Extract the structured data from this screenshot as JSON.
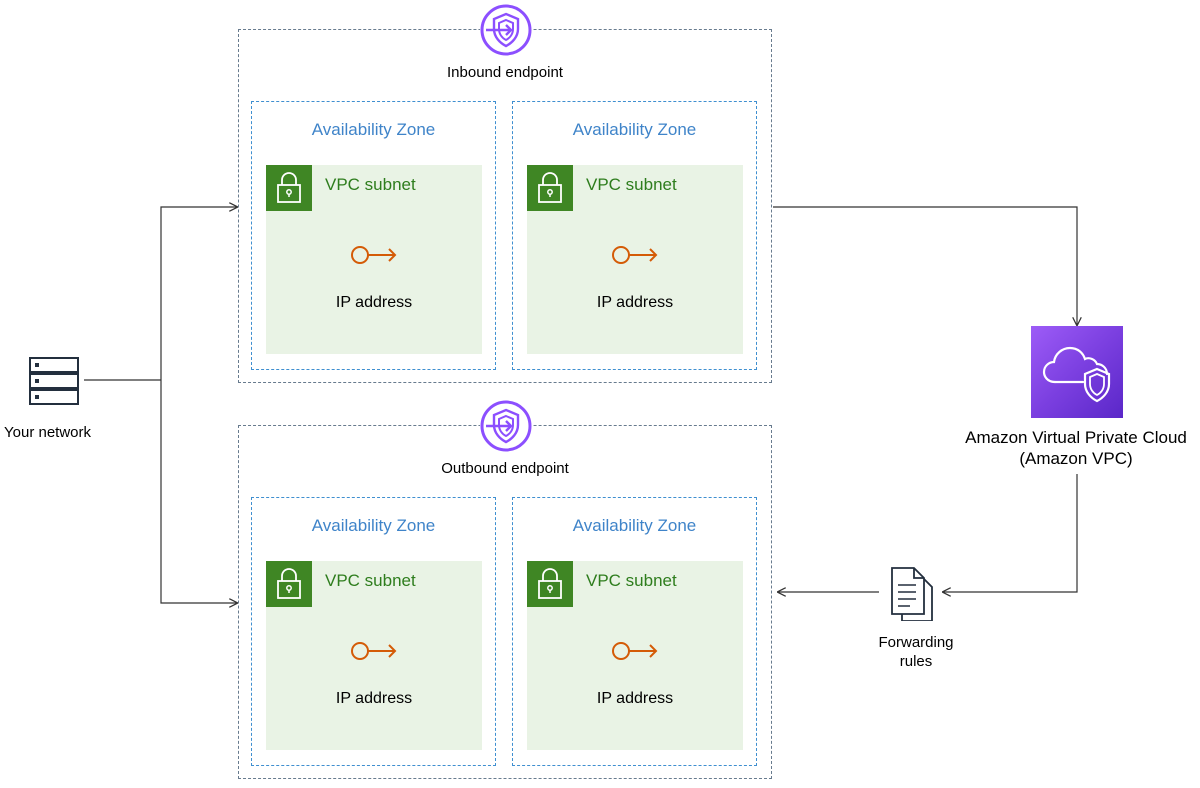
{
  "network": {
    "label": "Your network",
    "icon": "server-stack-icon"
  },
  "endpoints": [
    {
      "label": "Inbound endpoint",
      "icon": "resolver-endpoint-icon",
      "zones": [
        {
          "label": "Availability Zone",
          "subnet": "VPC subnet",
          "ip": "IP address"
        },
        {
          "label": "Availability Zone",
          "subnet": "VPC subnet",
          "ip": "IP address"
        }
      ]
    },
    {
      "label": "Outbound endpoint",
      "icon": "resolver-endpoint-icon",
      "zones": [
        {
          "label": "Availability Zone",
          "subnet": "VPC subnet",
          "ip": "IP address"
        },
        {
          "label": "Availability Zone",
          "subnet": "VPC subnet",
          "ip": "IP address"
        }
      ]
    }
  ],
  "vpc": {
    "line1": "Amazon Virtual Private Cloud",
    "line2": "(Amazon VPC)",
    "icon": "vpc-cloud-shield-icon"
  },
  "rules": {
    "line1": "Forwarding",
    "line2": "rules",
    "icon": "document-stack-icon"
  },
  "colors": {
    "endpoint_border": "#687b8e",
    "zone_border": "#3f8fd0",
    "zone_text": "#3f84c9",
    "subnet_fill": "#e9f3e5",
    "subnet_icon": "#3f8624",
    "subnet_text": "#2e7d1d",
    "ip_icon": "#d45b07",
    "endpoint_icon": "#8c4fff",
    "vpc_gradient_start": "#9d5cf7",
    "vpc_gradient_end": "#5a27c8",
    "wire": "#333333"
  }
}
